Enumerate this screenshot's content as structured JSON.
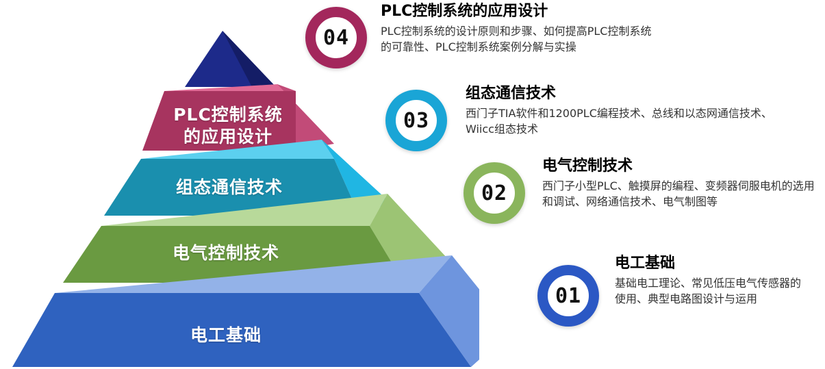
{
  "pyramid": {
    "tiers": [
      {
        "label": "PLC控制系统\n的应用设计",
        "color": "#a7345f"
      },
      {
        "label": "组态通信技术",
        "color": "#1a8fae"
      },
      {
        "label": "电气控制技术",
        "color": "#6a9a41"
      },
      {
        "label": "电工基础",
        "color": "#2f62bf"
      }
    ],
    "apex_color": "#1d2a8a"
  },
  "modules": [
    {
      "number": "04",
      "title": "PLC控制系统的应用设计",
      "description": "PLC控制系统的设计原则和步骤、如何提高PLC控制系统的可靠性、PLC控制系统案例分解与实操",
      "color": "#a3275c"
    },
    {
      "number": "03",
      "title": "组态通信技术",
      "description": "西门子TIA软件和1200PLC编程技术、总线和以态网通信技术、Wiicc组态技术",
      "color": "#1aa5d6"
    },
    {
      "number": "02",
      "title": "电气控制技术",
      "description": "西门子小型PLC、触摸屏的编程、变频器伺服电机的选用和调试、网络通信技术、电气制图等",
      "color": "#8ab55c"
    },
    {
      "number": "01",
      "title": "电工基础",
      "description": "基础电工理论、常见低压电气传感器的使用、典型电路图设计与运用",
      "color": "#2b58c4"
    }
  ]
}
